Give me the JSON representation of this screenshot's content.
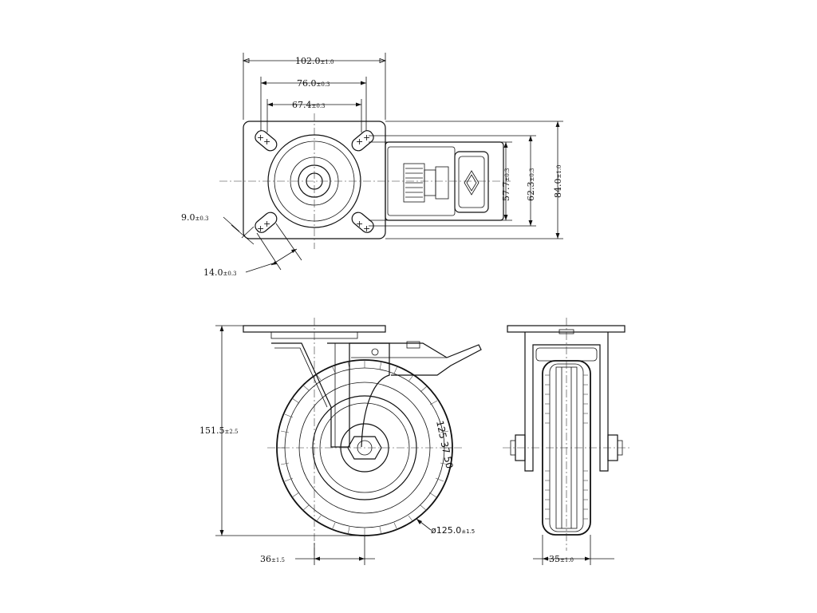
{
  "top_view": {
    "dim_width_total": {
      "value": "102.0",
      "tol": "±1.0"
    },
    "dim_hole_outer": {
      "value": "76.0",
      "tol": "±0.3"
    },
    "dim_hole_inner": {
      "value": "67.4",
      "tol": "±0.3"
    },
    "dim_slot_width": {
      "value": "9.0",
      "tol": "±0.3"
    },
    "dim_slot_length": {
      "value": "14.0",
      "tol": "±0.3"
    },
    "dim_hole_v_inner": {
      "value": "57.7",
      "tol": "±0.3"
    },
    "dim_hole_v_outer": {
      "value": "62.3",
      "tol": "±0.3"
    },
    "dim_plate_depth": {
      "value": "84.0",
      "tol": "±1.0"
    }
  },
  "side_view": {
    "dim_height": {
      "value": "151.5",
      "tol": "±2.5"
    },
    "dim_offset": {
      "value": "36",
      "tol": "±1.5"
    },
    "dim_diameter": {
      "value": "ø125.0",
      "tol": "±1.5"
    },
    "wheel_marking": "125 37 50"
  },
  "front_view": {
    "dim_wheel_width": {
      "value": "35",
      "tol": "±1.0"
    }
  }
}
